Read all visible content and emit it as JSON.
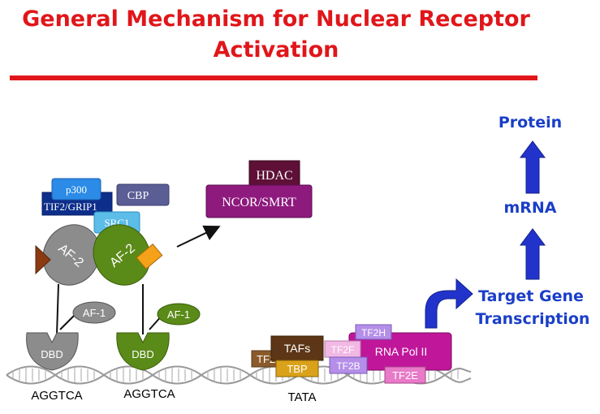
{
  "title": {
    "line1": "General Mechanism for Nuclear Receptor",
    "line2": "Activation"
  },
  "coactivators": {
    "p300": "p300",
    "cbp": "CBP",
    "tif2": "TIF2/GRIP1",
    "src1": "SRC1"
  },
  "receptor": {
    "af2": "AF-2",
    "af1": "AF-1",
    "dbd": "DBD",
    "response_element": "AGGTCA"
  },
  "corepressor": {
    "hdac": "HDAC",
    "ncor": "NCOR/SMRT"
  },
  "transcription_machinery": {
    "tafs": "TAFs",
    "tf2a": "TF2A",
    "tbp": "TBP",
    "tf2f": "TF2F",
    "tf2h": "TF2H",
    "tf2b": "TF2B",
    "tf2e": "TF2E",
    "rna_pol": "RNA Pol II",
    "tata": "TATA"
  },
  "pathway": {
    "target_line1": "Target Gene",
    "target_line2": "Transcription",
    "mrna": "mRNA",
    "protein": "Protein"
  },
  "colors": {
    "title_red": "#e0161a",
    "pathway_blue": "#2233cc",
    "corepressor_purple": "#8e1a7e",
    "receptor_green": "#5a8a18",
    "receptor_gray": "#8c8c8c"
  }
}
